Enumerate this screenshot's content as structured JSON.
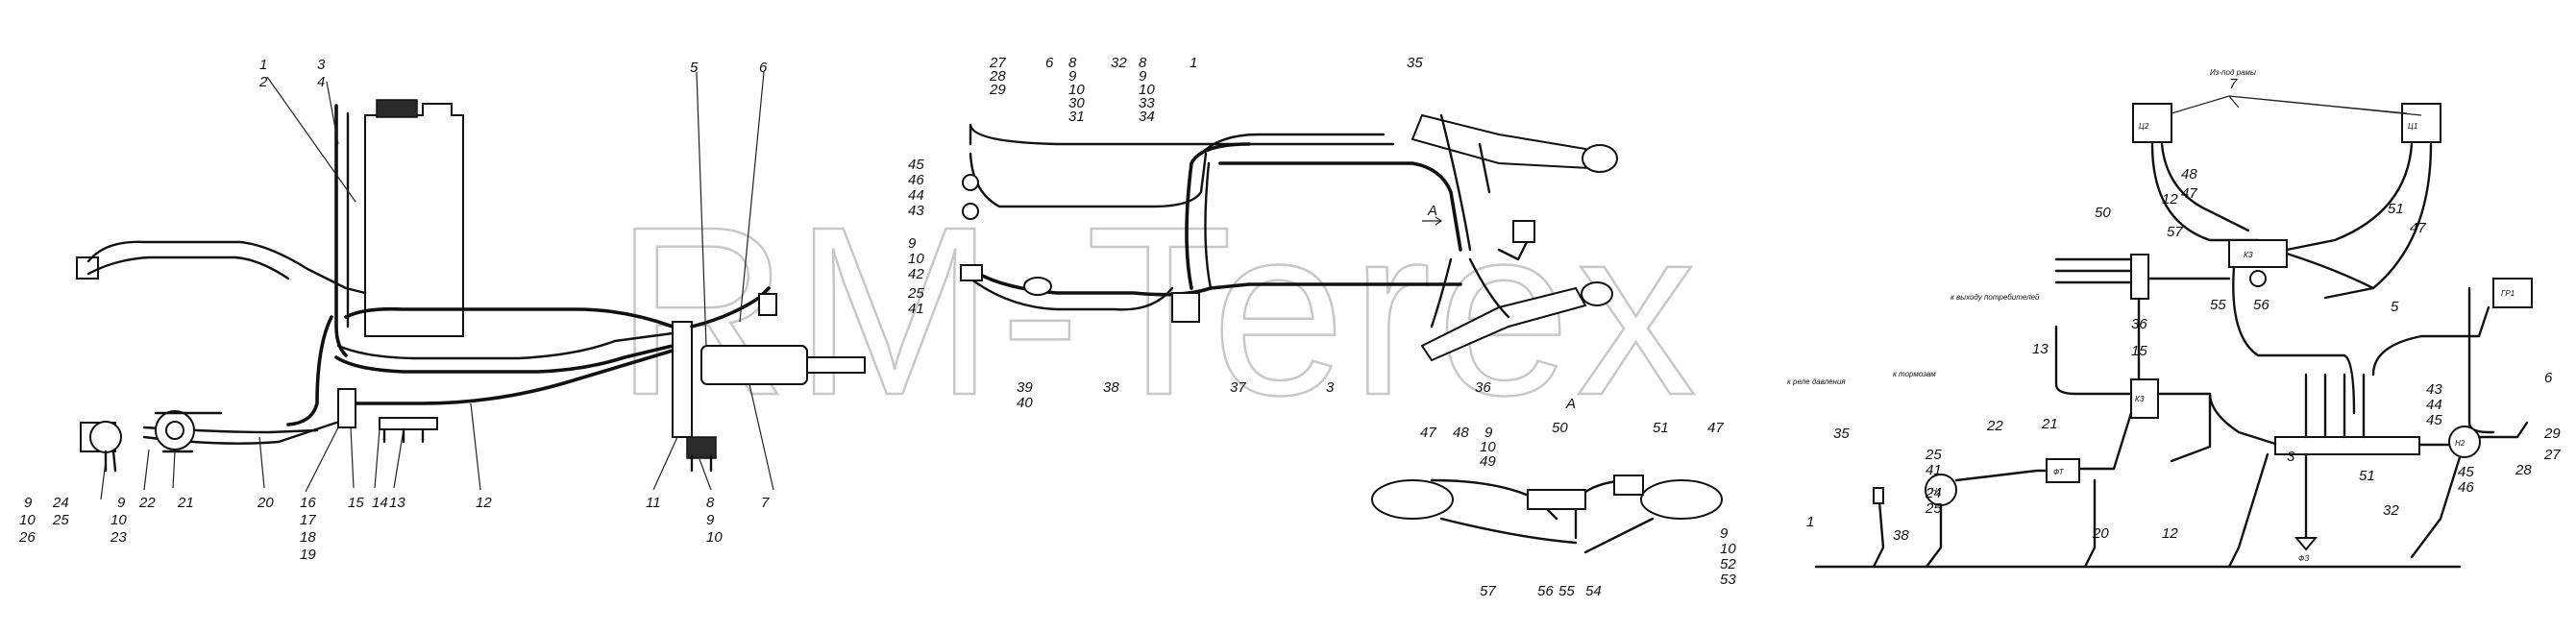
{
  "watermark": "RM-Terex",
  "view_marker": "A",
  "arrow_marker": "A",
  "note_top_right": "Из-под рамы",
  "left_group": {
    "labels": [
      "1",
      "2",
      "3",
      "4",
      "5",
      "6",
      "9",
      "10",
      "26",
      "24",
      "25",
      "9",
      "10",
      "23",
      "22",
      "21",
      "20",
      "16",
      "17",
      "18",
      "19",
      "15",
      "14",
      "13",
      "12",
      "11",
      "7",
      "8",
      "9",
      "10"
    ]
  },
  "middle_group": {
    "labels": [
      "27",
      "28",
      "29",
      "6",
      "8",
      "9",
      "10",
      "30",
      "31",
      "32",
      "8",
      "9",
      "10",
      "33",
      "34",
      "1",
      "35",
      "45",
      "46",
      "44",
      "43",
      "9",
      "10",
      "42",
      "25",
      "41",
      "39",
      "40",
      "38",
      "37",
      "3",
      "36"
    ]
  },
  "detail_a": {
    "labels": [
      "47",
      "48",
      "9",
      "10",
      "49",
      "50",
      "51",
      "47",
      "57",
      "56",
      "55",
      "54",
      "9",
      "10",
      "52",
      "53"
    ]
  },
  "schematic": {
    "components": [
      "КЗ",
      "КЗ",
      "Н1",
      "ФТ",
      "Н2",
      "ГР1",
      "ФЗ",
      "Ц1",
      "Ц2"
    ],
    "labels": [
      "7",
      "48",
      "47",
      "51",
      "47",
      "12",
      "50",
      "57",
      "56",
      "55",
      "5",
      "36",
      "15",
      "13",
      "35",
      "25",
      "41",
      "24",
      "25",
      "1",
      "38",
      "22",
      "21",
      "20",
      "12",
      "3",
      "51",
      "43",
      "44",
      "45",
      "6",
      "29",
      "27",
      "28",
      "45",
      "46",
      "32"
    ],
    "notes": [
      "к выходу потребителей",
      "к реле давления",
      "к тормозам"
    ]
  }
}
